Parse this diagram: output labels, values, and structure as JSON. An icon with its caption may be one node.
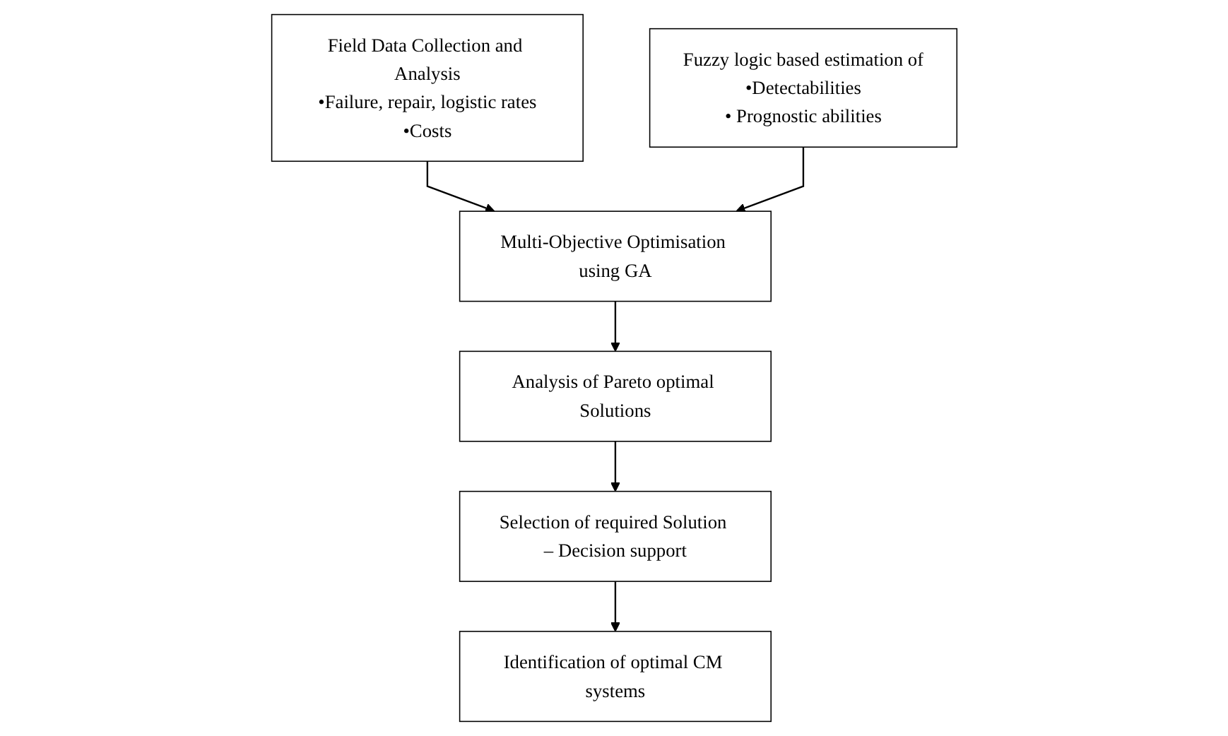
{
  "diagram": {
    "nodes": [
      {
        "text": [
          "Field Data Collection and Analysis",
          "•Failure, repair, logistic rates",
          "•Costs"
        ]
      },
      {
        "text": [
          "Multi-Objective Optimisation using GA"
        ]
      },
      {
        "text": [
          "Fuzzy logic based estimation of",
          "•Detectabilities",
          "• Prognostic abilities"
        ]
      },
      {
        "text": [
          "Analysis of Pareto optimal Solutions"
        ]
      },
      {
        "text": [
          "Selection of required Solution – Decision support"
        ]
      },
      {
        "text": [
          "Identification of optimal CM systems"
        ]
      }
    ],
    "edges": [
      {
        "from": 0,
        "to": 1,
        "arrow": "to"
      },
      {
        "from": 2,
        "to": 1,
        "arrow": "to"
      },
      {
        "from": 1,
        "to": 3,
        "arrow": "to"
      },
      {
        "from": 3,
        "to": 4,
        "arrow": "to"
      },
      {
        "from": 4,
        "to": 5,
        "arrow": "to"
      }
    ]
  }
}
